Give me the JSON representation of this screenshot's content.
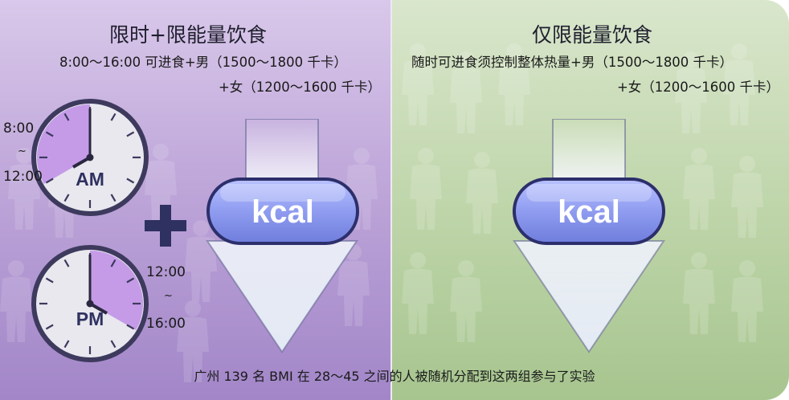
{
  "left": {
    "title": "限时+限能量饮食",
    "line1": "8:00～16:00 可进食+男（1500～1800 千卡）",
    "line2": "+女（1200～1600 千卡）",
    "am_clock": {
      "label": "AM",
      "time_start": "8:00",
      "separator": "~",
      "time_end": "12:00"
    },
    "pm_clock": {
      "label": "PM",
      "time_start": "12:00",
      "separator": "~",
      "time_end": "16:00"
    },
    "plus_symbol": "+",
    "badge": "kcal"
  },
  "right": {
    "title": "仅限能量饮食",
    "line1": "随时可进食须控制整体热量+男（1500～1800 千卡）",
    "line2": "+女（1200～1600 千卡）",
    "badge": "kcal"
  },
  "footer": "广州 139 名 BMI 在 28～45 之间的人被随机分配到这两组参与了实验",
  "colors": {
    "left_bg": "#b9a0d6",
    "right_bg": "#bdd4a8",
    "clock_fill": "#c59be8",
    "clock_ring": "#3d3a5e",
    "badge_fill": "#8f9cf0",
    "arrow_fill": "#e6ecf6",
    "plus": "#2f3160"
  },
  "icons": [
    "clock-icon",
    "down-arrow-icon",
    "person-silhouette-icon"
  ]
}
